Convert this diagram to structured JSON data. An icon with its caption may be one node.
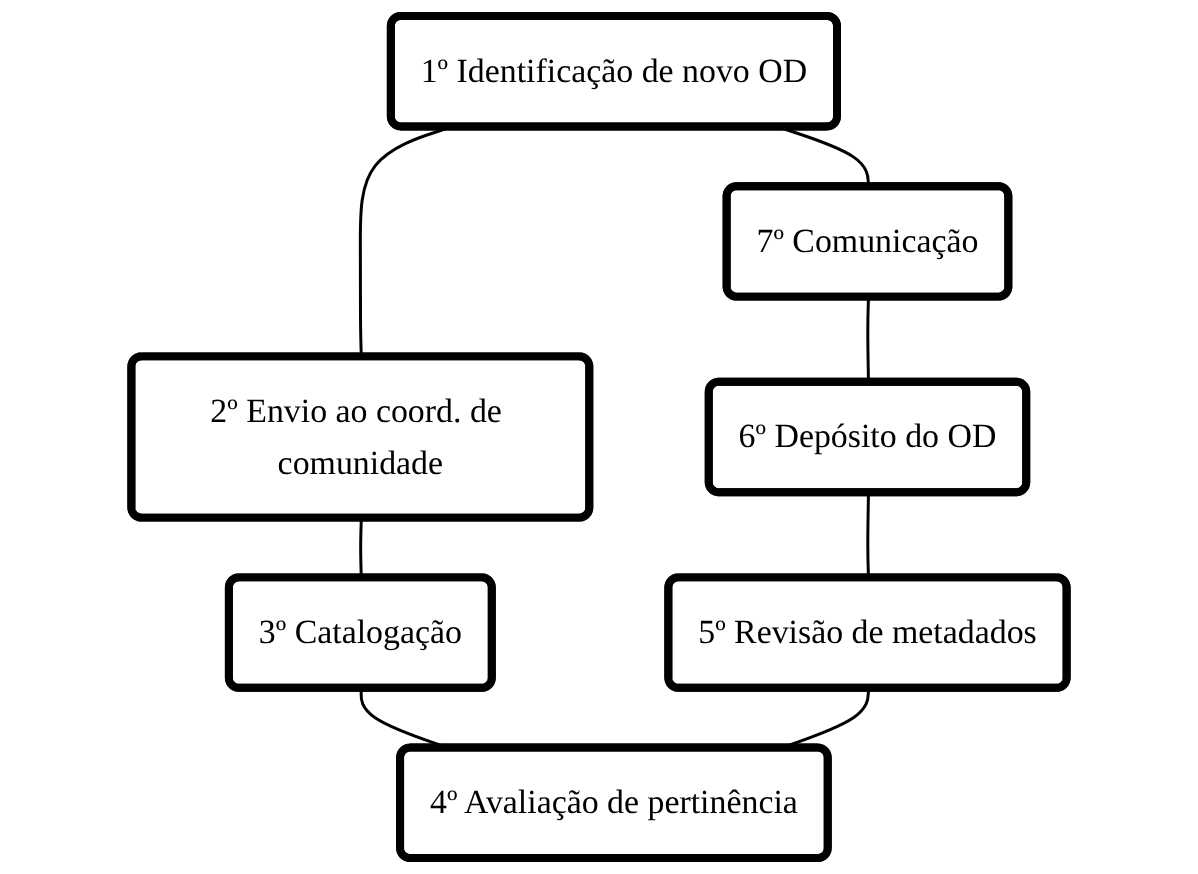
{
  "diagram": {
    "nodes": [
      {
        "text": [
          "1º Identificação de novo OD"
        ]
      },
      {
        "text": [
          "2º Envio ao coord. de comunidade"
        ]
      },
      {
        "text": [
          "3º Catalogação"
        ]
      },
      {
        "text": [
          "4º Avaliação de pertinência"
        ]
      },
      {
        "text": [
          "5º Revisão de metadados"
        ]
      },
      {
        "text": [
          "6º Depósito do OD"
        ]
      },
      {
        "text": [
          "7º Comunicação"
        ]
      }
    ],
    "edges": [
      {
        "from": 0,
        "to": 1,
        "arrow": "none"
      },
      {
        "from": 1,
        "to": 2,
        "arrow": "none"
      },
      {
        "from": 2,
        "to": 3,
        "arrow": "none"
      },
      {
        "from": 3,
        "to": 4,
        "arrow": "none"
      },
      {
        "from": 4,
        "to": 5,
        "arrow": "none"
      },
      {
        "from": 5,
        "to": 6,
        "arrow": "none"
      },
      {
        "from": 6,
        "to": 0,
        "arrow": "none"
      }
    ]
  }
}
